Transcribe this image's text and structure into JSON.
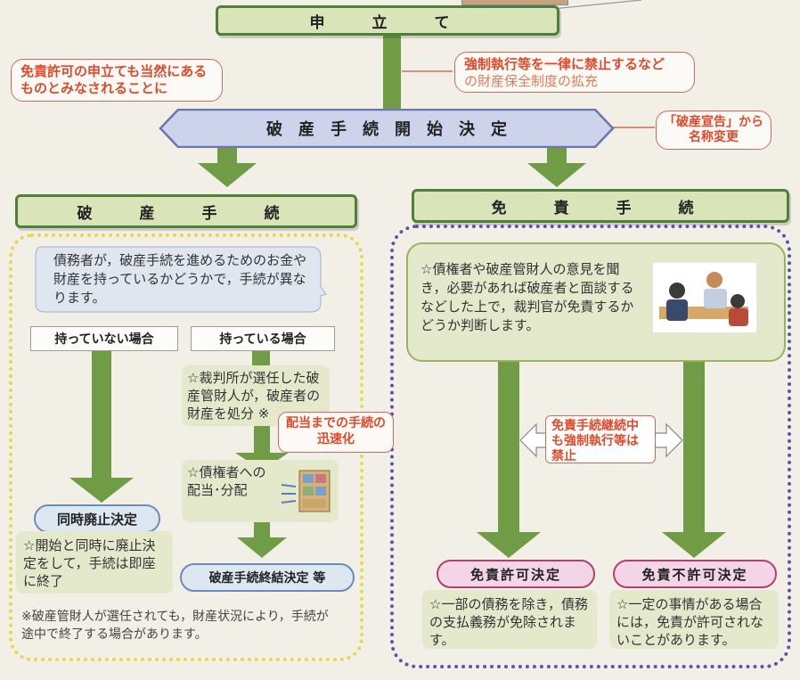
{
  "top": {
    "application": "申　立　て",
    "note_left": "免責許可の申立ても当然にあるものとみなされることに",
    "note_right_line1": "強制執行等を一律に禁止するなど",
    "note_right_line2": "の財産保全制度の拡充"
  },
  "decision": {
    "label": "破　産　手　続　開　始　決　定",
    "rename_note": "「破産宣告」から名称変更"
  },
  "left": {
    "header": "破　産　手　続",
    "intro": "債務者が，破産手続を進めるためのお金や財産を持っているかどうかで，手続が異なります。",
    "no_assets_label": "持っていない場合",
    "has_assets_label": "持っている場合",
    "trustee_text": "☆裁判所が選任した破産管財人が，破産者の財産を処分 ※",
    "speed_note": "配当までの手続の迅速化",
    "dividend_text": "☆債権者への配当･分配",
    "simultaneous_abolition": "同時廃止決定",
    "simultaneous_text": "☆開始と同時に廃止決定をして，手続は即座に終了",
    "conclusion": "破産手続終結決定 等",
    "footnote": "※破産管財人が選任されても，財産状況により，手続が途中で終了する場合があります。"
  },
  "right": {
    "header": "免　責　手　続",
    "hearing_text": "☆債権者や破産管財人の意見を聞き，必要があれば破産者と面談するなどした上で，裁判官が免責するかどうか判断します。",
    "prohibition_note": "免責手続継続中も強制執行等は禁止",
    "grant": "免責許可決定",
    "grant_text": "☆一部の債務を除き，債務の支払義務が免除されます。",
    "deny": "免責不許可決定",
    "deny_text": "☆一定の事情がある場合には，免責が許可されないことがあります。"
  },
  "colors": {
    "background": "#f1efe6",
    "arrow_green": "#6f9c45",
    "header_green": "#d9e5b9",
    "decision_blue": "#cdd3ea",
    "note_red": "#e04a2a",
    "left_border_yellow": "#e6d84c",
    "right_border_purple": "#5a55a8",
    "pink": "#b2406e"
  }
}
